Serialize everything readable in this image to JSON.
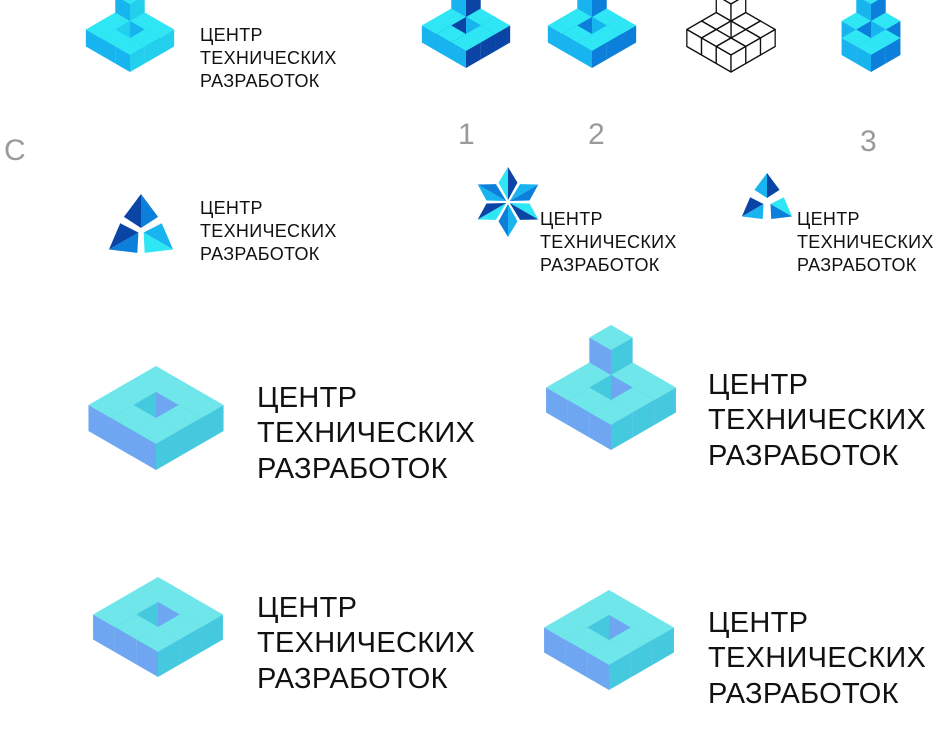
{
  "brand": {
    "line1": "ЦЕНТР",
    "line2": "ТЕХНИЧЕСКИХ",
    "line3": "РАЗРАБОТОК"
  },
  "labels": {
    "variant_c": "С",
    "option_1": "1",
    "option_2": "2",
    "option_3": "3"
  },
  "colors": {
    "cyan": "#2fe6f4",
    "sky": "#18b4f0",
    "blue": "#0b7fd9",
    "navy": "#0a45a6",
    "teal_light": "#6ee6ea",
    "teal": "#45c9de",
    "periwinkle": "#6fa6f2",
    "label_gray": "#9a9a9a"
  }
}
